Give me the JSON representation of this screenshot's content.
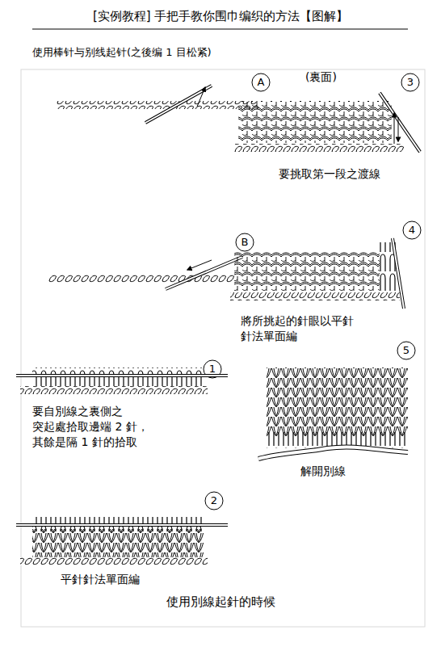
{
  "diagram": {
    "title": "[实例教程] 手把手教你围巾编织的方法【图解】",
    "labels": [
      "使用棒针与别线起针(之後编 1 目松紧)",
      "A",
      "3",
      "(裏面)",
      "要挑取第一段之渡線",
      "B",
      "4",
      "將所挑起的針眼以平針 針法單面編",
      "1",
      "要自別線之裏側之 突起處拾取邊端 2 針， 其餘是隔 1 針的拾取",
      "5",
      "解開別線",
      "2",
      "平針針法單面編"
    ],
    "caption": "使用別線起針的時候"
  }
}
